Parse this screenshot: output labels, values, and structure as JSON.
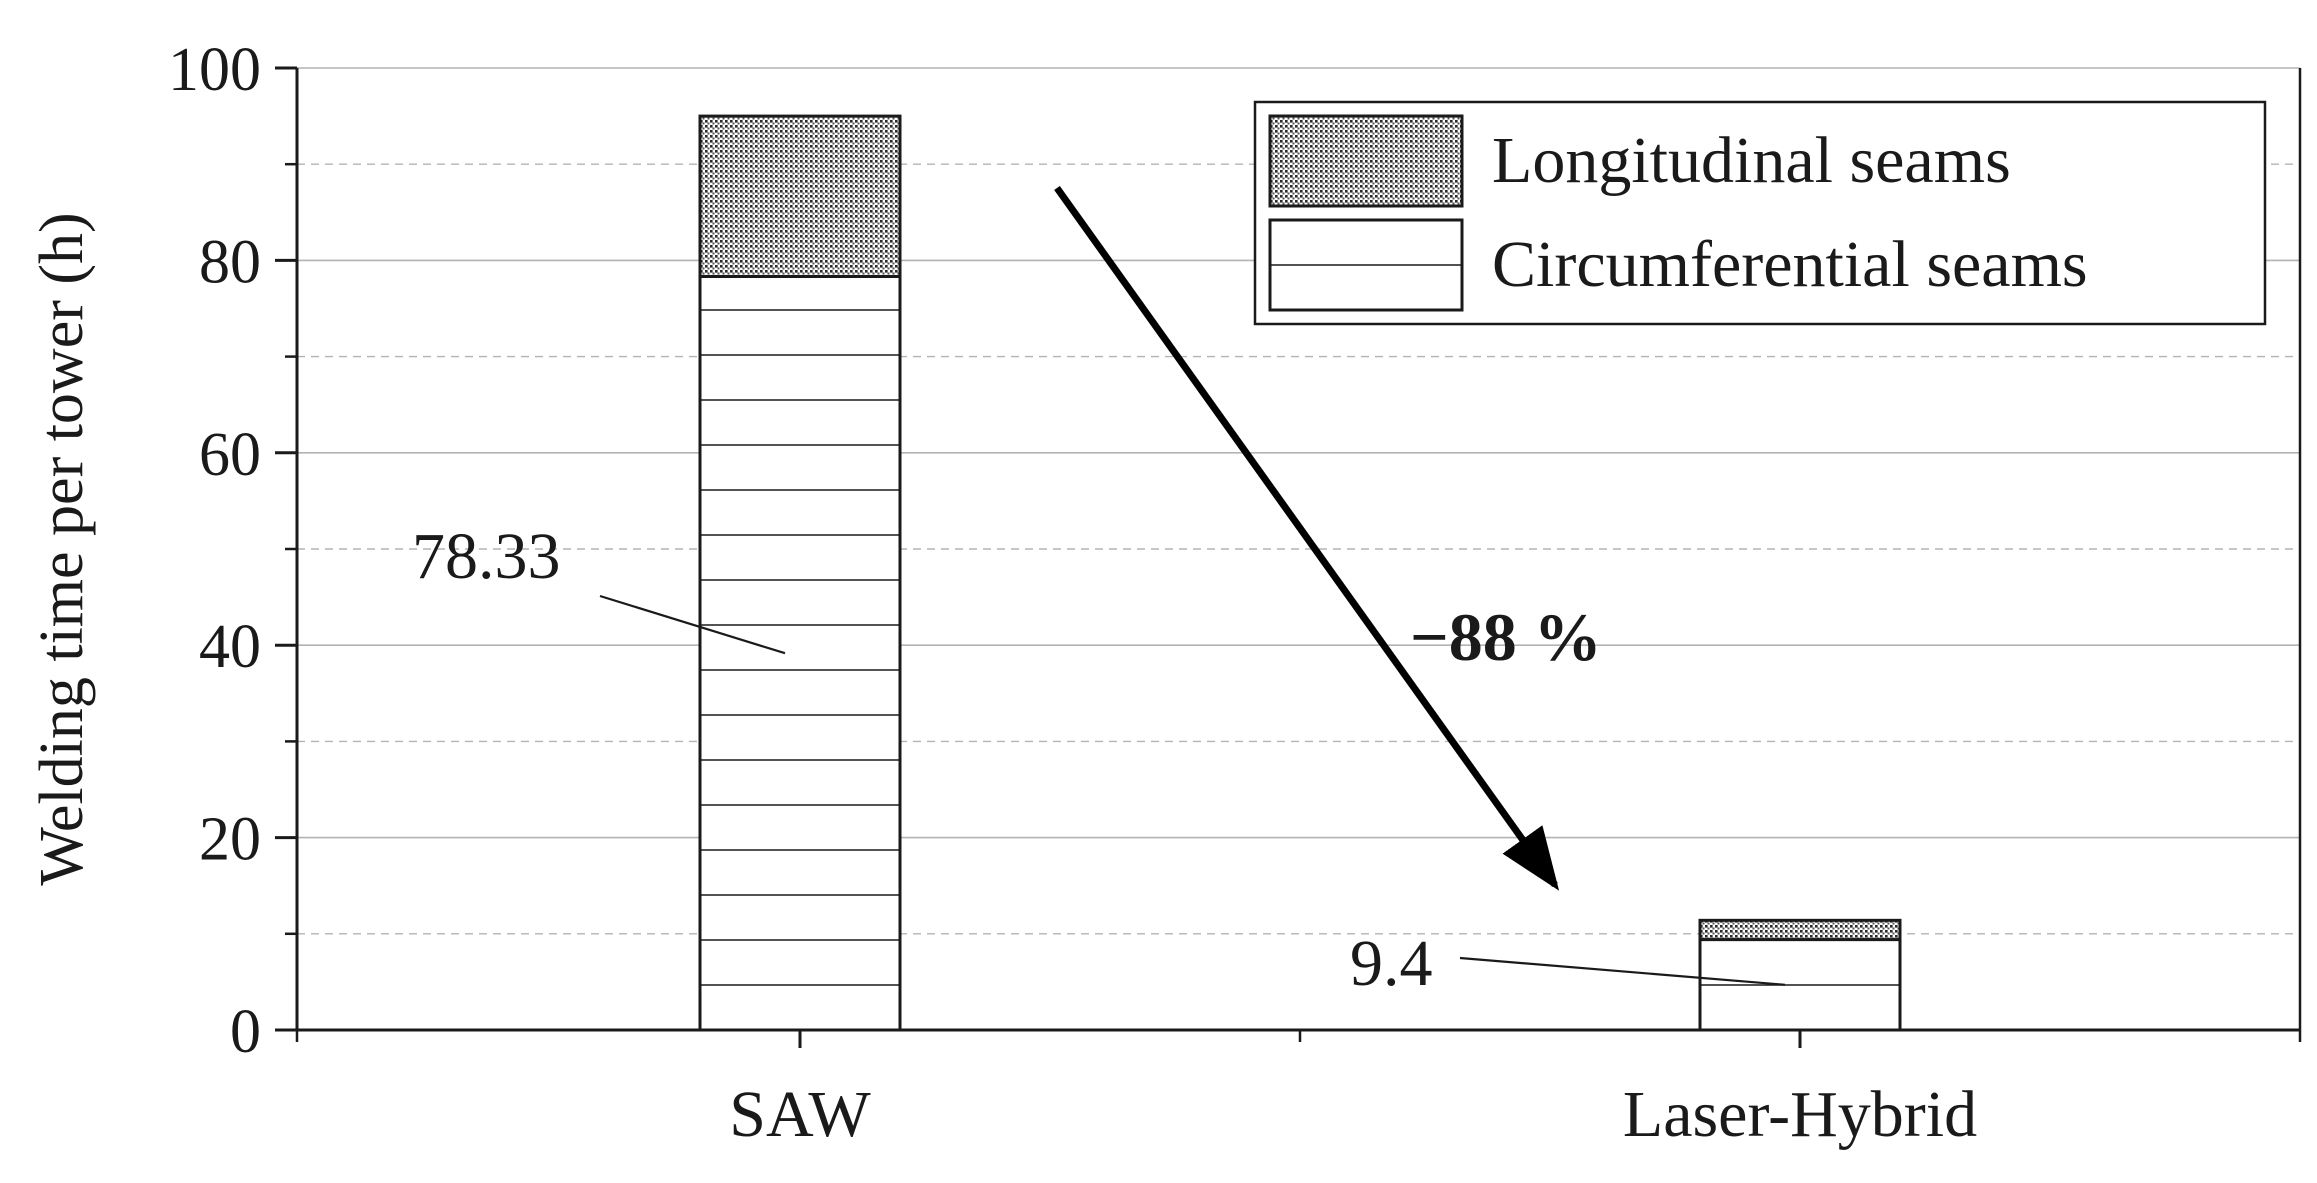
{
  "chart_data": {
    "type": "bar",
    "stacked": true,
    "categories": [
      "SAW",
      "Laser-Hybrid"
    ],
    "series": [
      {
        "name": "Circumferential seams",
        "values": [
          78.33,
          9.4
        ],
        "pattern": "horizontal-lines"
      },
      {
        "name": "Longitudinal seams",
        "values": [
          16.67,
          2.0
        ],
        "pattern": "dense-dots"
      }
    ],
    "title": "",
    "xlabel": "",
    "ylabel": "Welding time per tower (h)",
    "ylim": [
      0,
      100
    ],
    "yticks": [
      0,
      20,
      40,
      60,
      80,
      100
    ],
    "grid": {
      "major": true,
      "minor_dashed": true
    },
    "legend_placement": "top-right",
    "legend_order": [
      "Longitudinal seams",
      "Circumferential seams"
    ],
    "annotations": {
      "value_labels": [
        {
          "text": "78.33",
          "category": "SAW",
          "value": 78.33
        },
        {
          "text": "9.4",
          "category": "Laser-Hybrid",
          "value": 9.4
        }
      ],
      "reduction": {
        "text": "−88 %",
        "from": "SAW",
        "to": "Laser-Hybrid"
      }
    },
    "colors": {
      "stroke": "#1a1a1a",
      "grid": "#b3b3b3",
      "background": "#ffffff"
    }
  }
}
